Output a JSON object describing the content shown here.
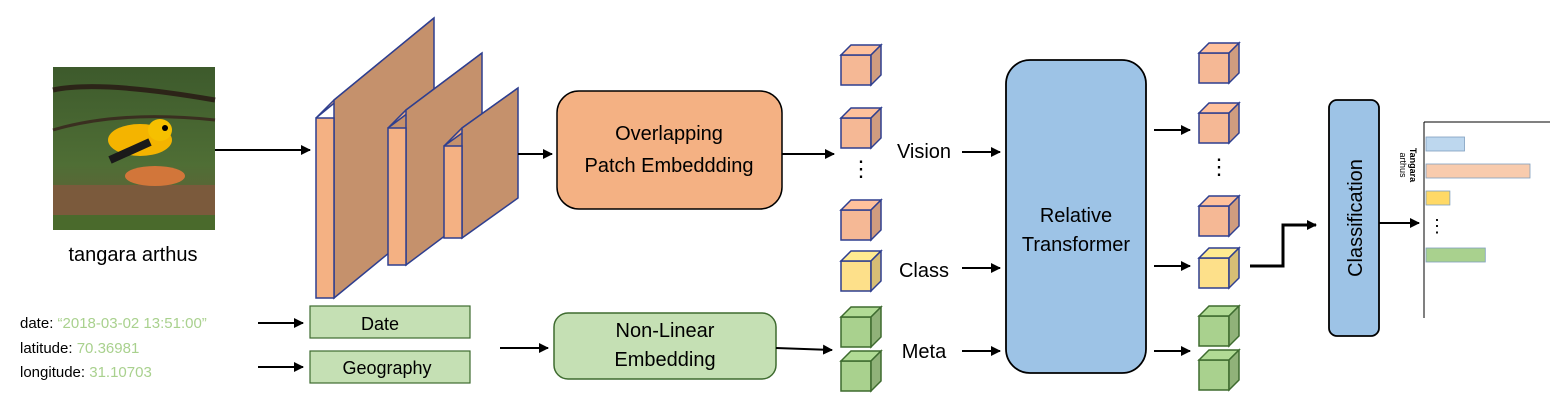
{
  "input": {
    "species_label": "tangara arthus",
    "meta_lines": [
      {
        "key": "date: ",
        "value": "“2018-03-02 13:51:00”"
      },
      {
        "key": "latitude: ",
        "value": "70.36981"
      },
      {
        "key": "longitude: ",
        "value": "31.10703"
      }
    ]
  },
  "blocks": {
    "patch_embedding": [
      "Overlapping",
      "Patch Embeddding"
    ],
    "nonlinear_embedding": [
      "Non-Linear",
      "Embedding"
    ],
    "date": "Date",
    "geography": "Geography",
    "transformer": [
      "Relative",
      "Transformer"
    ],
    "classification": "Classification"
  },
  "tokens": {
    "vision": "Vision",
    "class": "Class",
    "meta": "Meta",
    "ellipsis": "⋮"
  },
  "output": {
    "chart_label": [
      "Tangara",
      "arthus"
    ],
    "ellipsis": "⋮"
  },
  "colors": {
    "vision": "#f5b895",
    "vision_stroke": "#2f3f8f",
    "class": "#fde08a",
    "meta": "#a9d18e",
    "meta_stroke": "#3e6b2f",
    "feature_map_front": "#f4b183",
    "feature_map_side": "#c5916c",
    "patch_block": "#f4b183",
    "green_block": "#c5e0b4",
    "transformer": "#9dc3e6",
    "meta_text": "#a9d18e"
  },
  "chart_data": {
    "type": "bar",
    "orientation": "horizontal",
    "categories": [
      "",
      "",
      "",
      ""
    ],
    "values": [
      0.37,
      1.0,
      0.23,
      0.57
    ],
    "bar_colors": [
      "#bdd7ee",
      "#f8cbad",
      "#ffd966",
      "#a9d18e"
    ]
  }
}
